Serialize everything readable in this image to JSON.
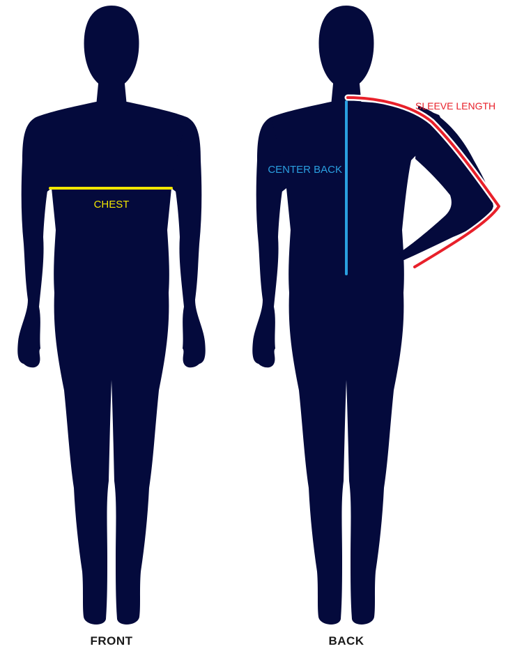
{
  "figures": {
    "front": {
      "caption": "FRONT"
    },
    "back": {
      "caption": "BACK"
    }
  },
  "measurements": {
    "chest": {
      "label": "CHEST",
      "color": "#f2e600"
    },
    "center_back": {
      "label": "CENTER BACK",
      "color": "#2a9fe0"
    },
    "sleeve_length": {
      "label": "SLEEVE LENGTH",
      "color": "#e8202a"
    }
  },
  "colors": {
    "silhouette": "#040a3c",
    "background": "#ffffff"
  }
}
